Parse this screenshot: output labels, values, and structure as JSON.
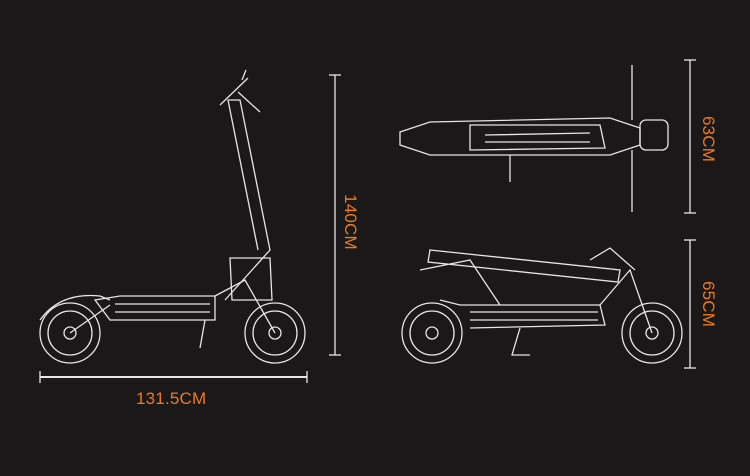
{
  "dimensions": {
    "height_label": "140CM",
    "length_label": "131.5CM",
    "folded_width_label": "63CM",
    "folded_height_label": "65CM"
  },
  "colors": {
    "accent": "#ee7a1c",
    "background": "#1a1819",
    "line": "#e6e6e6"
  }
}
